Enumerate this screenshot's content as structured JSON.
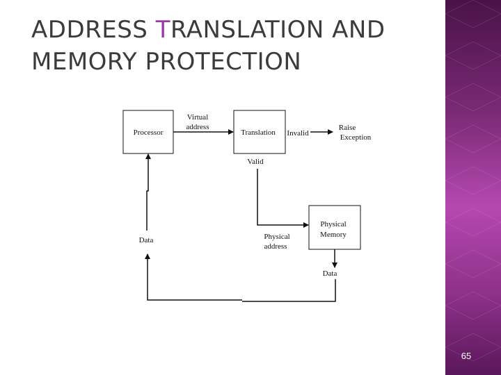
{
  "slide": {
    "title_first_word": "ADDRESS",
    "title_accent_letter": "T",
    "title_rest_line1": "RANSLATION AND",
    "title_line2": "MEMORY PROTECTION",
    "page_number": "65",
    "accent_color": "#9c3aa3",
    "panel_color": "#8a2f86"
  },
  "diagram": {
    "processor": "Processor",
    "virtual_line1": "Virtual",
    "virtual_line2": "address",
    "translation": "Translation",
    "invalid": "Invalid",
    "raise_line1": "Raise",
    "raise_line2": "Exception",
    "valid": "Valid",
    "data_left": "Data",
    "physical_addr_line1": "Physical",
    "physical_addr_line2": "address",
    "physical_mem_line1": "Physical",
    "physical_mem_line2": "Memory",
    "data_bottom": "Data"
  }
}
